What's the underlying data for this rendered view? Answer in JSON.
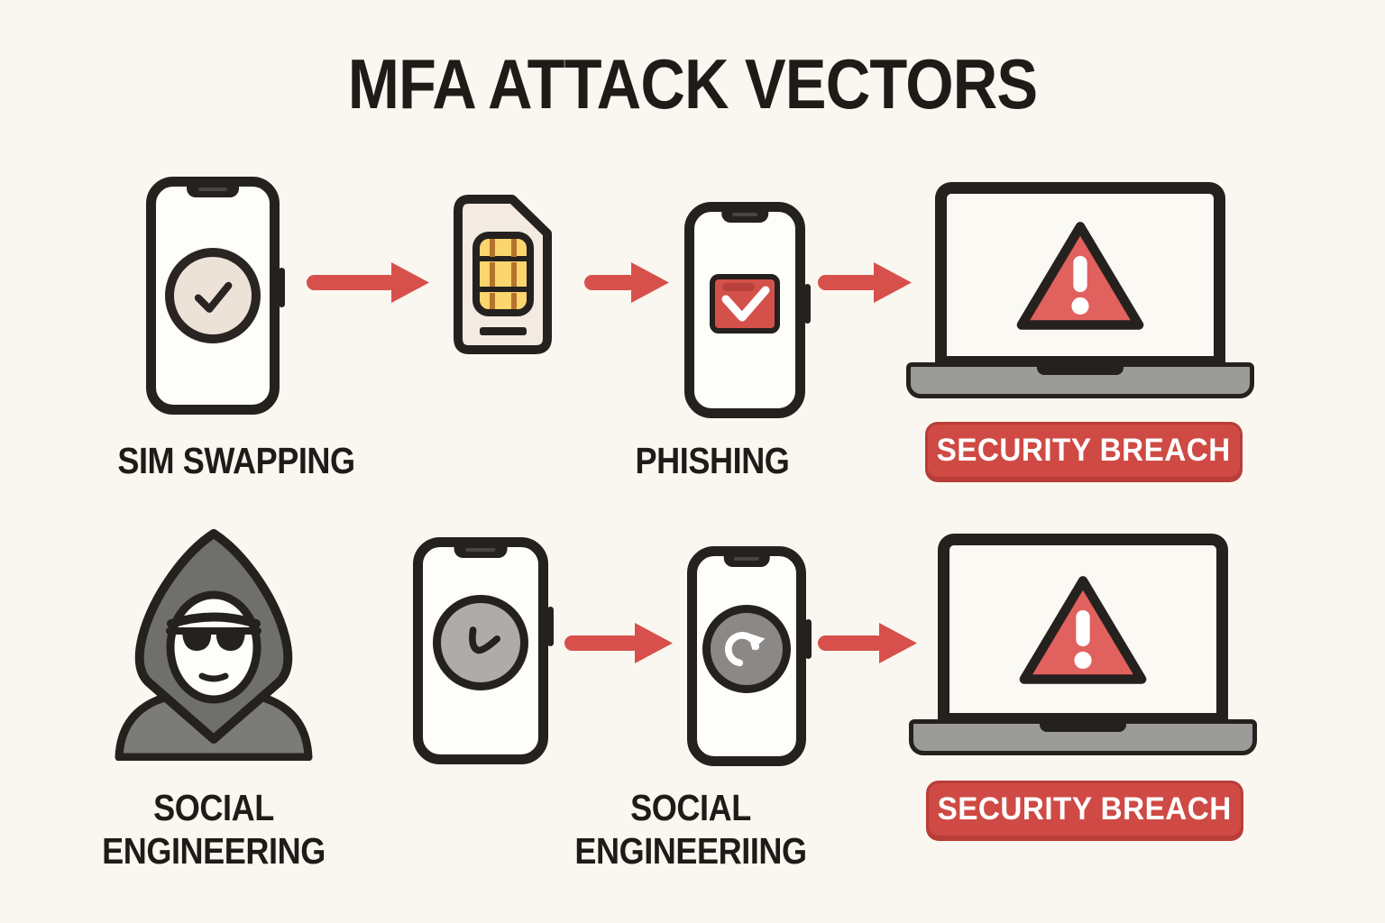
{
  "title": "MFA ATTACK VECTORS",
  "rows": [
    {
      "name": "sim-swapping-flow",
      "steps": [
        {
          "icon": "smartphone-verified-icon",
          "label": "SIM SWAPPING"
        },
        {
          "icon": "sim-card-icon",
          "label": ""
        },
        {
          "icon": "smartphone-phishing-checkbox-icon",
          "label": "PHISHING"
        },
        {
          "icon": "laptop-warning-icon",
          "label": "SECURITY BREACH"
        }
      ]
    },
    {
      "name": "social-engineering-flow",
      "steps": [
        {
          "icon": "hooded-hacker-icon",
          "label": "SOCIAL ENGINEERING"
        },
        {
          "icon": "smartphone-clock-icon",
          "label": ""
        },
        {
          "icon": "smartphone-redirect-icon",
          "label": "SOCIAL ENGINEERIING"
        },
        {
          "icon": "laptop-warning-icon",
          "label": "SECURITY BREACH"
        }
      ]
    }
  ],
  "colors": {
    "background": "#faf7f0",
    "ink_outline": "#25211e",
    "accent_red": "#d7504b",
    "warning_triangle_red": "#e0615d",
    "badge_red": "#cf4a44",
    "sim_chip_gold": "#fbd56e",
    "hood_gray": "#6f6f6d",
    "laptop_base_gray": "#9b9b99",
    "check_circle_beige": "#ece2d8"
  }
}
